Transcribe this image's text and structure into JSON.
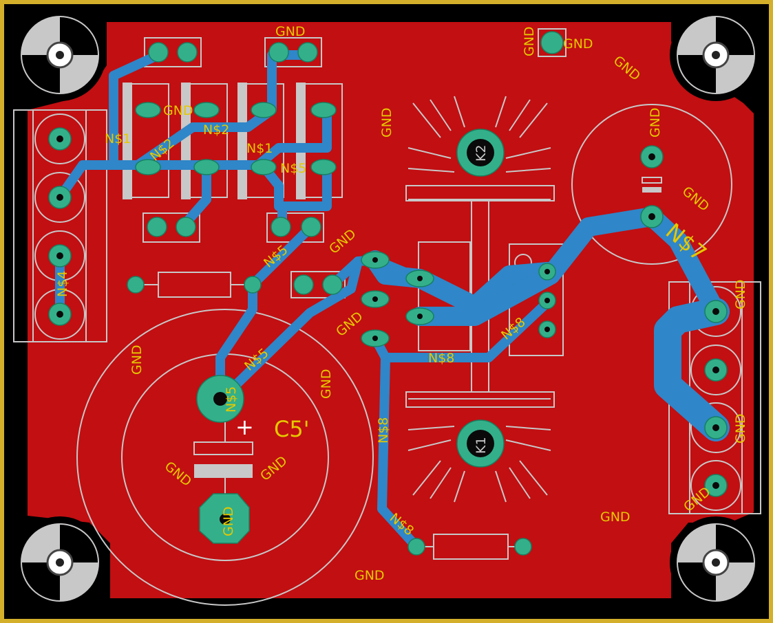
{
  "title": "",
  "colors": {
    "background": "#000000",
    "board_outline": "#d4b02a",
    "copper_pour": "#c10f12",
    "trace": "#2f86c8",
    "pad": "#33b08a",
    "silkscreen": "#c8c8c8",
    "label": "#e5c800"
  },
  "labels": {
    "gnd": "GND",
    "net_s1": "N$1",
    "net_s2": "N$2",
    "net_s4": "N$4",
    "net_s5": "N$5",
    "net_s7": "N$7",
    "net_s8": "N$8",
    "k1": "K1",
    "k2": "K2",
    "c5": "C5'",
    "plus": "+"
  }
}
